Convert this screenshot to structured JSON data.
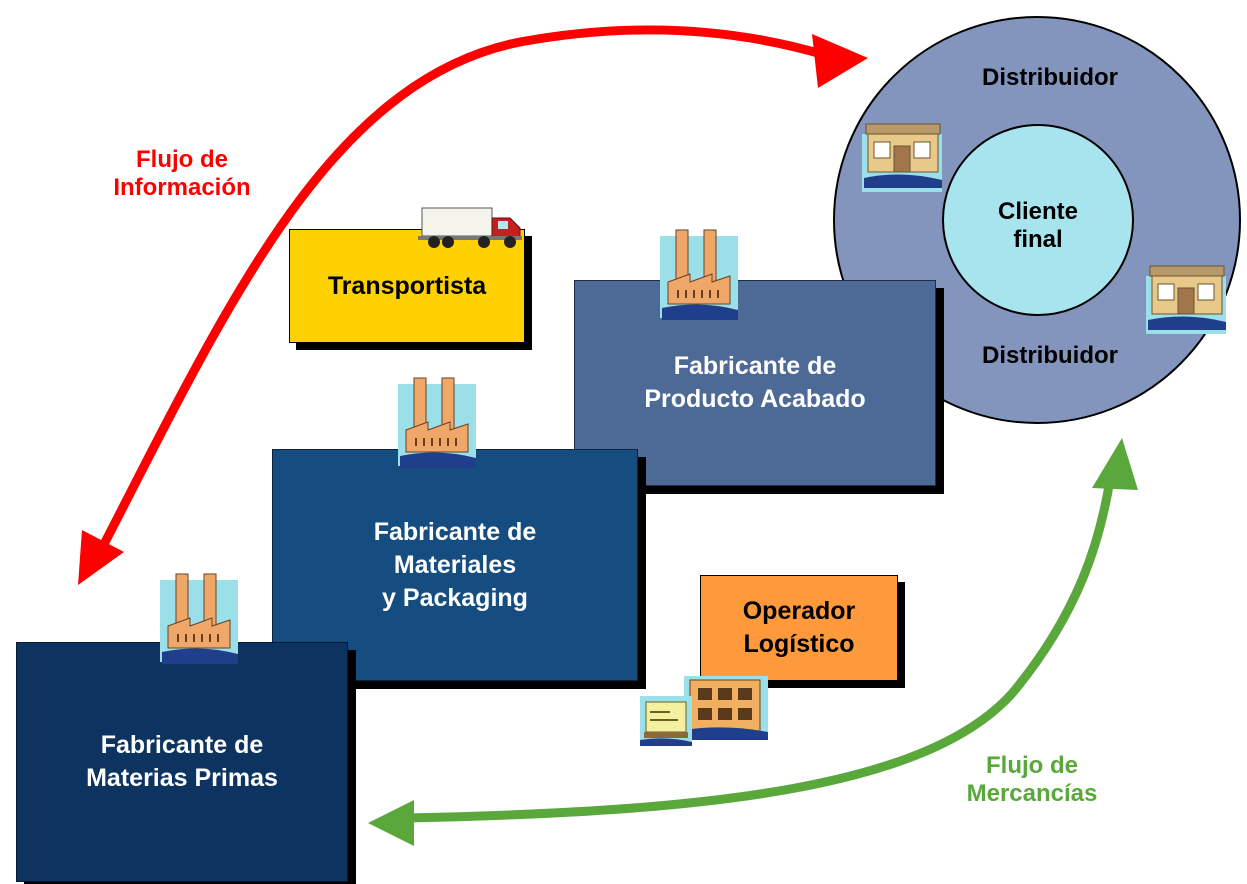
{
  "info_flow": {
    "line1": "Flujo de",
    "line2": "Información",
    "color": "#ff0000"
  },
  "goods_flow": {
    "line1": "Flujo de",
    "line2": "Mercancías",
    "color": "#5aa73c"
  },
  "carrier": {
    "label": "Transportista",
    "color": "#ffd100"
  },
  "raw_materials": {
    "line1": "Fabricante de",
    "line2": "Materias Primas",
    "color": "#0d3360"
  },
  "materials_packaging": {
    "line1": "Fabricante de",
    "line2": "Materiales",
    "line3": "y Packaging",
    "color": "#164d80"
  },
  "finished_product": {
    "line1": "Fabricante de",
    "line2": "Producto Acabado",
    "color": "#4d6a96"
  },
  "logistics_operator": {
    "line1": "Operador",
    "line2": "Logístico",
    "color": "#ff9a3c"
  },
  "distribution": {
    "top_label": "Distribuidor",
    "bottom_label": "Distribuidor",
    "color": "#8395bd"
  },
  "end_customer": {
    "line1": "Cliente",
    "line2": "final",
    "color": "#a8e4ee"
  },
  "icons": [
    "factory-icon",
    "truck-icon",
    "store-icon",
    "warehouse-icon",
    "crate-icon"
  ]
}
